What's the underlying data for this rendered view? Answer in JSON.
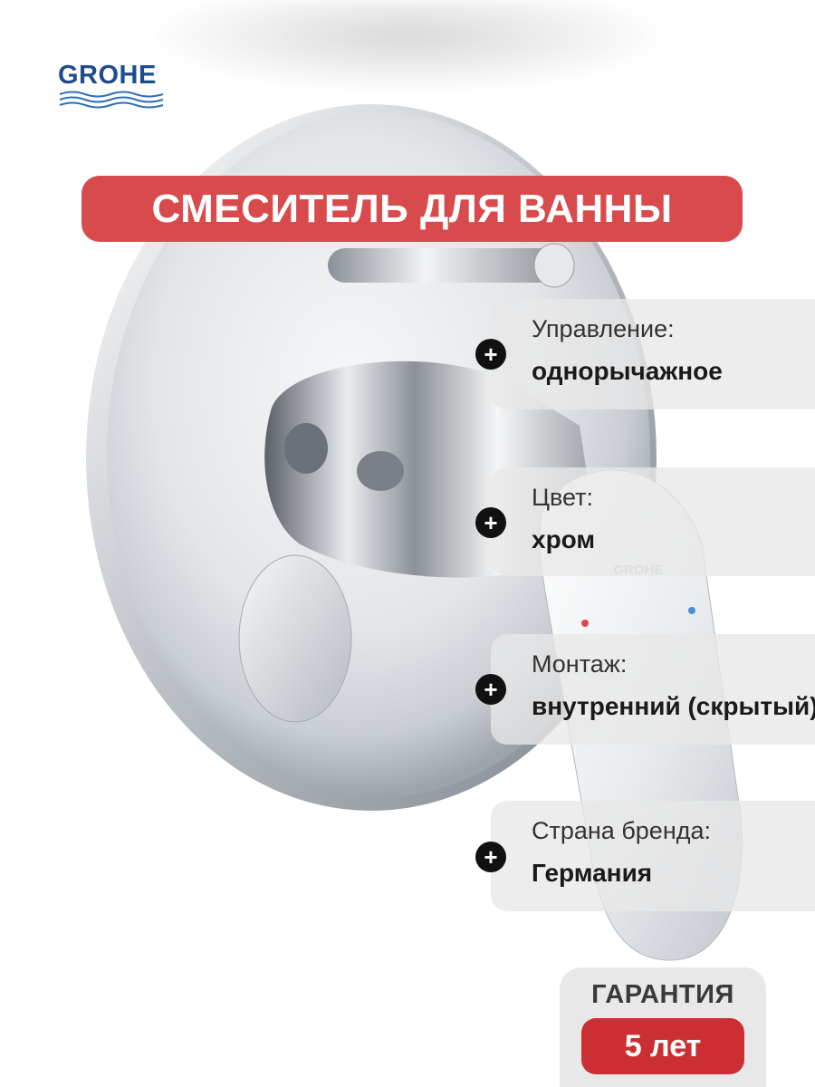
{
  "brand": {
    "name": "GROHE",
    "color": "#1f4c8f"
  },
  "title": "СМЕСИТЕЛЬ ДЛЯ ВАННЫ",
  "product_image": {
    "subject": "chrome single-lever concealed bath mixer",
    "engraving": "GROHE"
  },
  "specs": [
    {
      "label": "Управление:",
      "value": "однорычажное"
    },
    {
      "label": "Цвет:",
      "value": "хром"
    },
    {
      "label": "Монтаж:",
      "value": "внутренний (скрытый)"
    },
    {
      "label": "Страна бренда:",
      "value": "Германия"
    }
  ],
  "warranty": {
    "label": "ГАРАНТИЯ",
    "value": "5 лет"
  },
  "icons": {
    "bullet": "plus-circle-icon",
    "plus_glyph": "+"
  },
  "colors": {
    "accent_red": "#d94a4c",
    "badge_red": "#cc2f33",
    "chrome": "#c8ccd0"
  }
}
